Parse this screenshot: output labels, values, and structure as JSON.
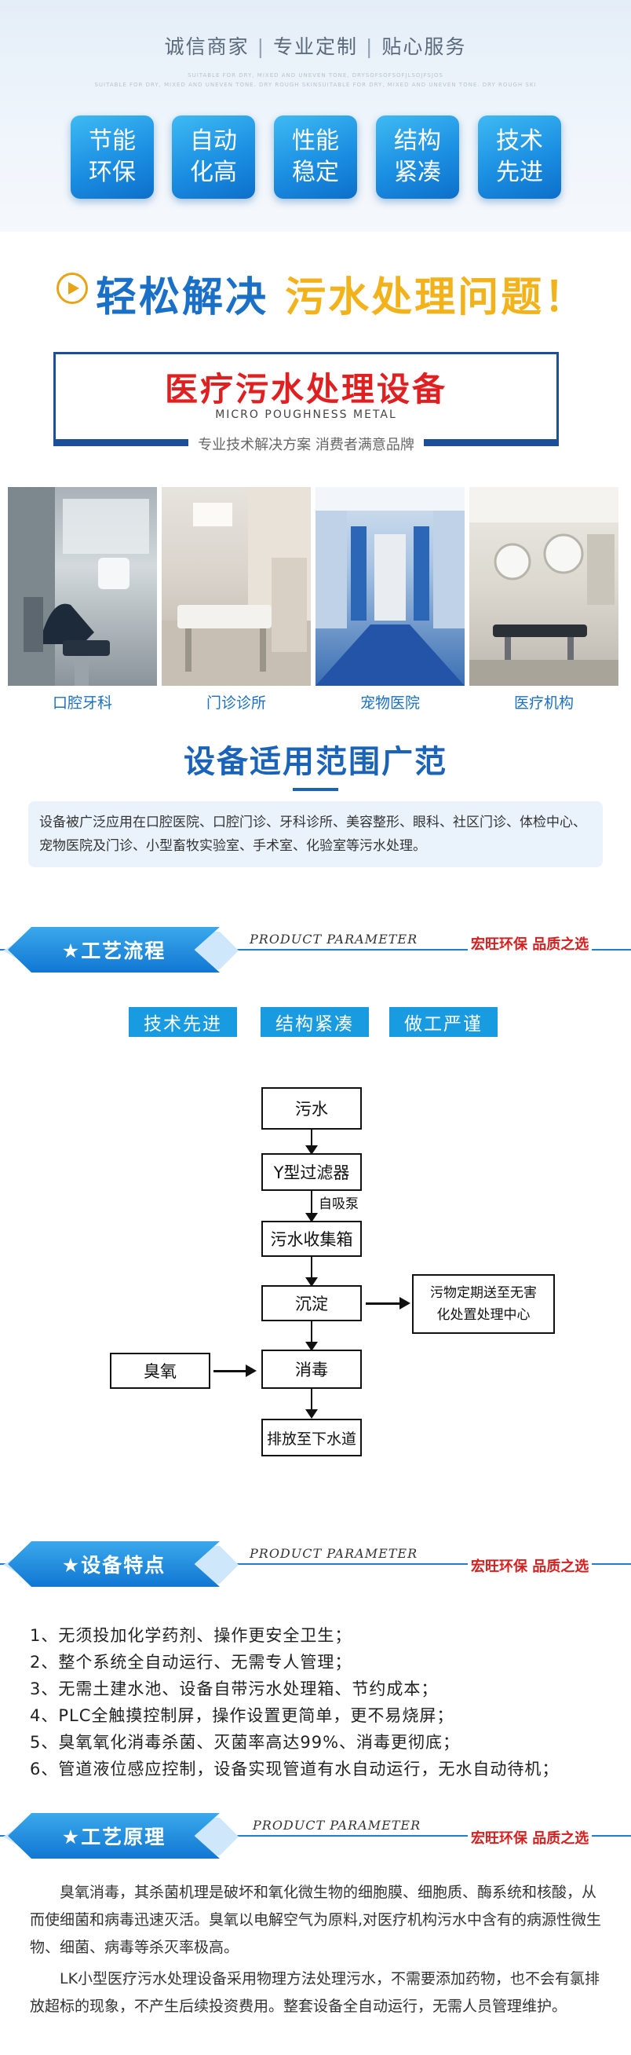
{
  "header": {
    "tagline": [
      "诚信商家",
      "专业定制",
      "贴心服务"
    ],
    "sub_en_1": "SUITABLE FOR DRY, MIXED AND UNEVEN TONE, DRYSOFSOFSOFJLSOJFSJOS",
    "sub_en_2": "SUITABLE FOR DRY, MIXED AND UNEVEN TONE. DRY ROUGH SKINSUITABLE FOR DRY, MIXED AND UNEVEN TONE. DRY ROUGH SKI",
    "features": [
      {
        "l1": "节能",
        "l2": "环保"
      },
      {
        "l1": "自动",
        "l2": "化高"
      },
      {
        "l1": "性能",
        "l2": "稳定"
      },
      {
        "l1": "结构",
        "l2": "紧凑"
      },
      {
        "l1": "技术",
        "l2": "先进"
      }
    ]
  },
  "slogan": {
    "part1": "轻松解决",
    "part2": "污水处理问题！"
  },
  "device": {
    "title": "医疗污水处理设备",
    "sub_en": "MICRO POUGHNESS METAL",
    "sub_cn": "专业技术解决方案   消费者满意品牌"
  },
  "photos": [
    {
      "label": "口腔牙科"
    },
    {
      "label": "门诊诊所"
    },
    {
      "label": "宠物医院"
    },
    {
      "label": "医疗机构"
    }
  ],
  "scope": {
    "title": "设备适用范围广范",
    "text": "设备被广泛应用在口腔医院、口腔门诊、牙科诊所、美容整形、眼科、社区门诊、体检中心、宠物医院及门诊、小型畜牧实验室、手术室、化验室等污水处理。"
  },
  "sections": {
    "process": {
      "title": "★工艺流程",
      "en": "PRODUCT PARAMETER",
      "brand": "宏旺环保 品质之选"
    },
    "features": {
      "title": "★设备特点",
      "en": "PRODUCT PARAMETER",
      "brand": "宏旺环保 品质之选"
    },
    "principle": {
      "title": "★工艺原理",
      "en": "PRODUCT PARAMETER",
      "brand": "宏旺环保 品质之选"
    }
  },
  "tags": [
    "技术先进",
    "结构紧凑",
    "做工严谨"
  ],
  "flow": {
    "sewage": "污水",
    "filter": "Y型过滤器",
    "pump": "自吸泵",
    "tank": "污水收集箱",
    "settle": "沉淀",
    "waste": "污物定期送至无害化处置处理中心",
    "ozone": "臭氧",
    "disinfect": "消毒",
    "drain": "排放至下水道"
  },
  "feature_list": [
    "1、无须投加化学药剂、操作更安全卫生；",
    "2、整个系统全自动运行、无需专人管理；",
    "3、无需土建水池、设备自带污水处理箱、节约成本；",
    "4、PLC全触摸控制屏，操作设置更简单，更不易烧屏；",
    "5、臭氧氧化消毒杀菌、灭菌率高达99%、消毒更彻底；",
    "6、管道液位感应控制，设备实现管道有水自动运行，无水自动待机；"
  ],
  "principle": {
    "p1": "臭氧消毒，其杀菌机理是破坏和氧化微生物的细胞膜、细胞质、酶系统和核酸，从而使细菌和病毒迅速灭活。臭氧以电解空气为原料,对医疗机构污水中含有的病源性微生物、细菌、病毒等杀灭率极高。",
    "p2": "LK小型医疗污水处理设备采用物理方法处理污水，不需要添加药物，也不会有氯排放超标的现象，不产生后续投资费用。整套设备全自动运行，无需人员管理维护。"
  },
  "colors": {
    "brand_blue": "#1a63b8",
    "accent_yellow": "#f2b21c",
    "brand_red": "#d62020",
    "tag_blue": "#189be0"
  }
}
